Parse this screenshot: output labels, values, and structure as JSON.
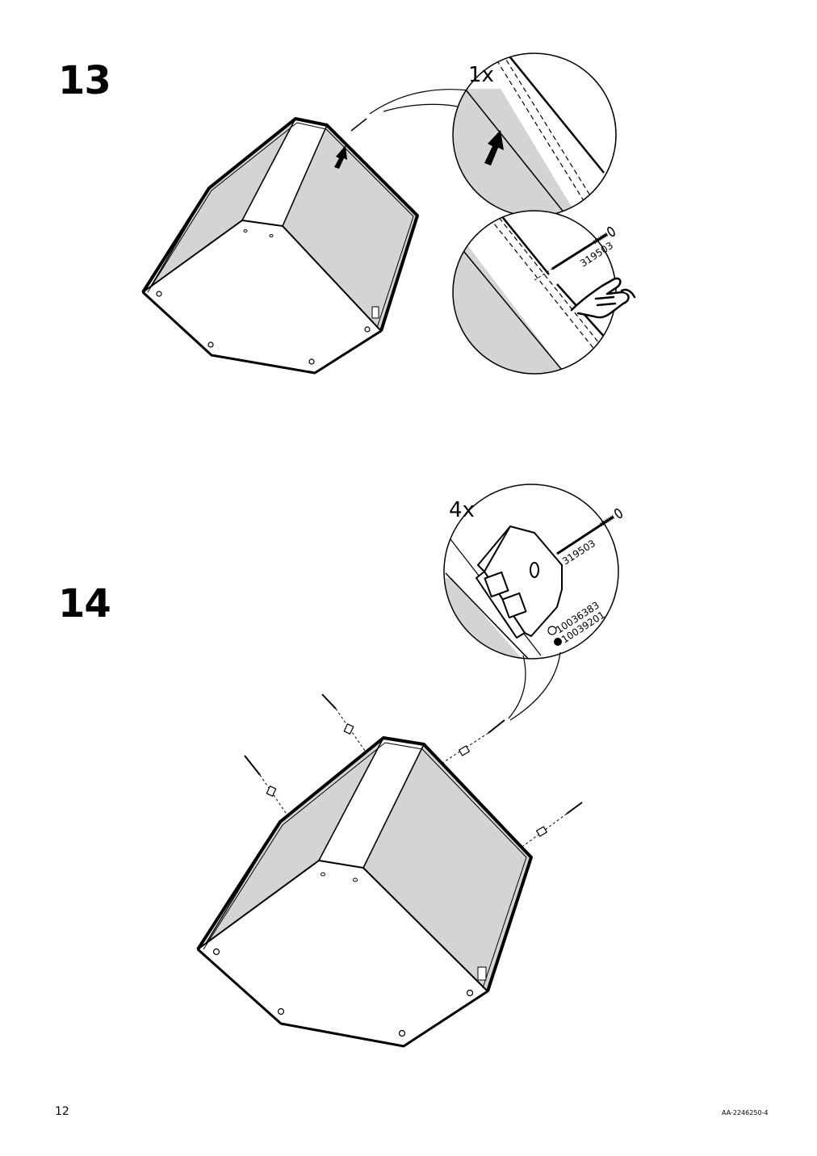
{
  "page": {
    "page_number": "12",
    "document_code": "AA-2246250-4"
  },
  "steps": [
    {
      "number": "13",
      "quantity": "1x",
      "part_number": "319503"
    },
    {
      "number": "14",
      "quantity": "4x",
      "part_number": "319503",
      "variants": [
        {
          "marker": "open-circle",
          "code": "10036383"
        },
        {
          "marker": "filled-circle",
          "code": "10039201"
        }
      ]
    }
  ]
}
